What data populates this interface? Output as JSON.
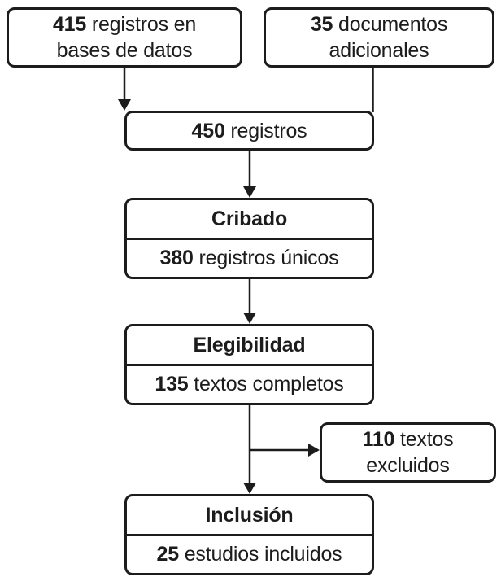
{
  "colors": {
    "ink": "#1c1c1c",
    "paper": "#ffffff"
  },
  "flow": {
    "db_records": {
      "value": "415",
      "line1": "registros en",
      "line2": "bases de datos"
    },
    "additional": {
      "value": "35",
      "line1": "documentos",
      "line2": "adicionales"
    },
    "total": {
      "value": "450",
      "label": "registros"
    },
    "screening": {
      "title": "Cribado",
      "value": "380",
      "label": "registros únicos"
    },
    "eligibility": {
      "title": "Elegibilidad",
      "value": "135",
      "label": "textos completos"
    },
    "excluded": {
      "value": "110",
      "line1": "textos",
      "line2": "excluidos"
    },
    "inclusion": {
      "title": "Inclusión",
      "value": "25",
      "label": "estudios incluidos"
    }
  }
}
